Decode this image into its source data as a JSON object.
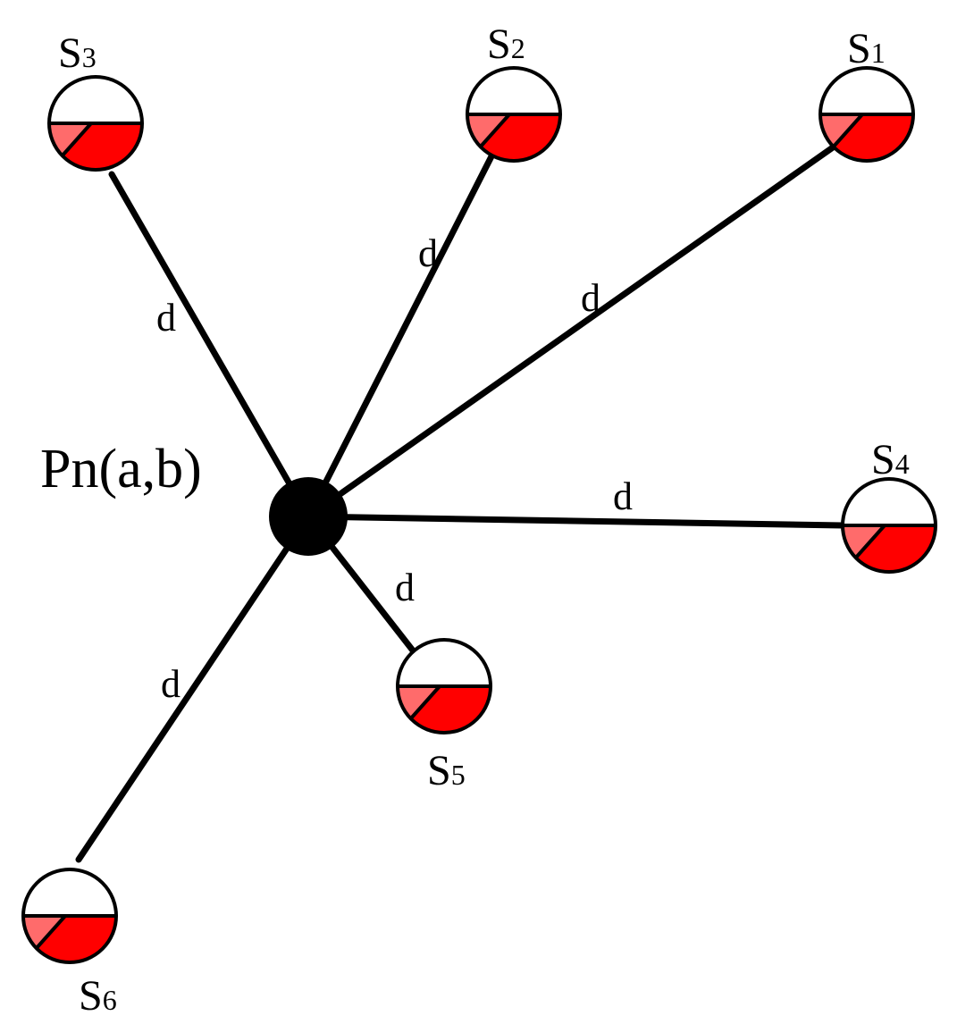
{
  "center": {
    "label": "Pn(a,b)"
  },
  "edge_label": "d",
  "colors": {
    "line": "#000000",
    "station_fill_dark": "#ff0000",
    "station_fill_light": "#ff6b6b",
    "station_top": "#ffffff"
  },
  "stations": [
    {
      "id": "S1",
      "letter": "S",
      "sub": "1"
    },
    {
      "id": "S2",
      "letter": "S",
      "sub": "2"
    },
    {
      "id": "S3",
      "letter": "S",
      "sub": "3"
    },
    {
      "id": "S4",
      "letter": "S",
      "sub": "4"
    },
    {
      "id": "S5",
      "letter": "S",
      "sub": "5"
    },
    {
      "id": "S6",
      "letter": "S",
      "sub": "6"
    }
  ]
}
